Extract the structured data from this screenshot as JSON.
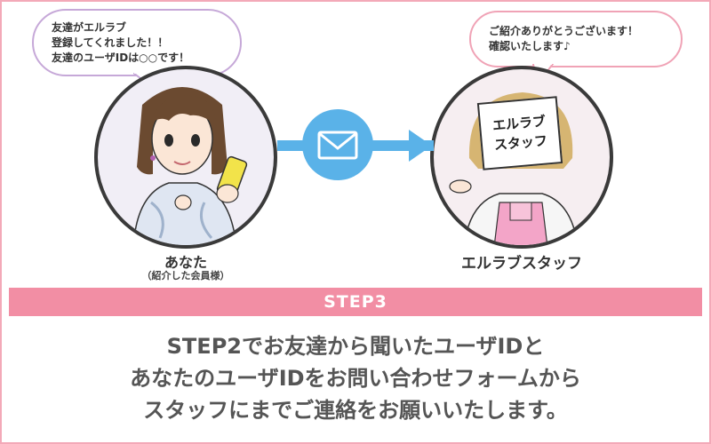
{
  "left_bubble": {
    "lines": [
      "友達がエルラブ",
      "登録してくれました！！",
      "友達のユーザIDは○○です！"
    ]
  },
  "right_bubble": {
    "lines": [
      "ご紹介ありがとうございます！",
      "確認いたします♪"
    ]
  },
  "left_person": {
    "name": "あなた",
    "sub": "（紹介した会員様）"
  },
  "right_person": {
    "name": "エルラブスタッフ",
    "sign_lines": [
      "エルラブ",
      "スタッフ"
    ]
  },
  "icons": {
    "middle": "envelope-icon",
    "arrow": "arrow-right-icon"
  },
  "colors": {
    "accent_pink": "#f28ea4",
    "accent_blue": "#5ab2e8",
    "frame": "#f3a9b8"
  },
  "step_label": "STEP3",
  "message": {
    "lines": [
      "STEP2でお友達から聞いたユーザIDと",
      "あなたのユーザIDをお問い合わせフォームから",
      "スタッフにまでご連絡をお願いいたします。"
    ]
  }
}
